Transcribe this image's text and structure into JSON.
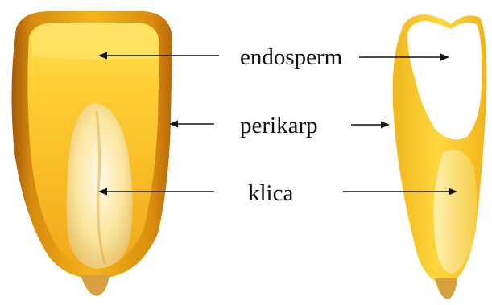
{
  "labels": {
    "endosperm": "endosperm",
    "perikarp": "perikarp",
    "klica": "klica"
  },
  "colors": {
    "kernel_outer": "#c2780a",
    "kernel_mid": "#f0b21c",
    "kernel_light": "#ffd23a",
    "germ": "#fbe9a8",
    "arrow": "#111111"
  }
}
